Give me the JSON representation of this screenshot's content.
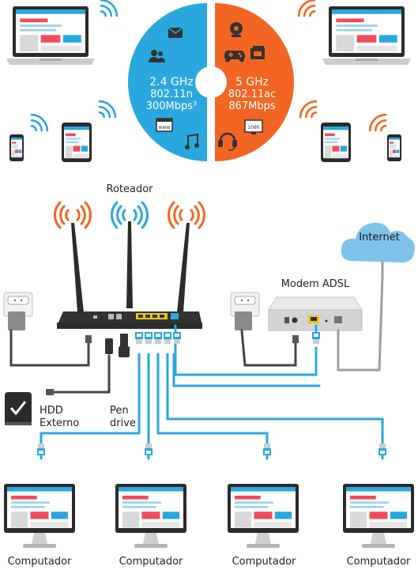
{
  "bands": {
    "left": {
      "freq": "2.4 GHz",
      "standard": "802.11n",
      "speed": "300Mbps³",
      "color": "#2aa7de"
    },
    "right": {
      "freq": "5 GHz",
      "standard": "802.11ac",
      "speed": "867Mbps",
      "color": "#f26522"
    }
  },
  "labels": {
    "router": "Roteador",
    "modem": "Modem ADSL",
    "internet": "Internet",
    "hdd_line1": "HDD",
    "hdd_line2": "Externo",
    "pen_line1": "Pen",
    "pen_line2": "drive"
  },
  "computers": [
    "Computador",
    "Computador",
    "Computador",
    "Computador"
  ],
  "colors": {
    "wifi_blue": "#2aa7de",
    "wifi_orange": "#f26522",
    "cable_blue": "#2aa7de",
    "cable_gray": "#9e9e9e",
    "cable_dark": "#444444",
    "device_dark": "#333333"
  },
  "icons": [
    "mail-icon",
    "users-icon",
    "www-icon",
    "music-icon",
    "webcam-icon",
    "gamepad-icon",
    "film-icon",
    "tv-1080-icon",
    "headset-icon"
  ]
}
